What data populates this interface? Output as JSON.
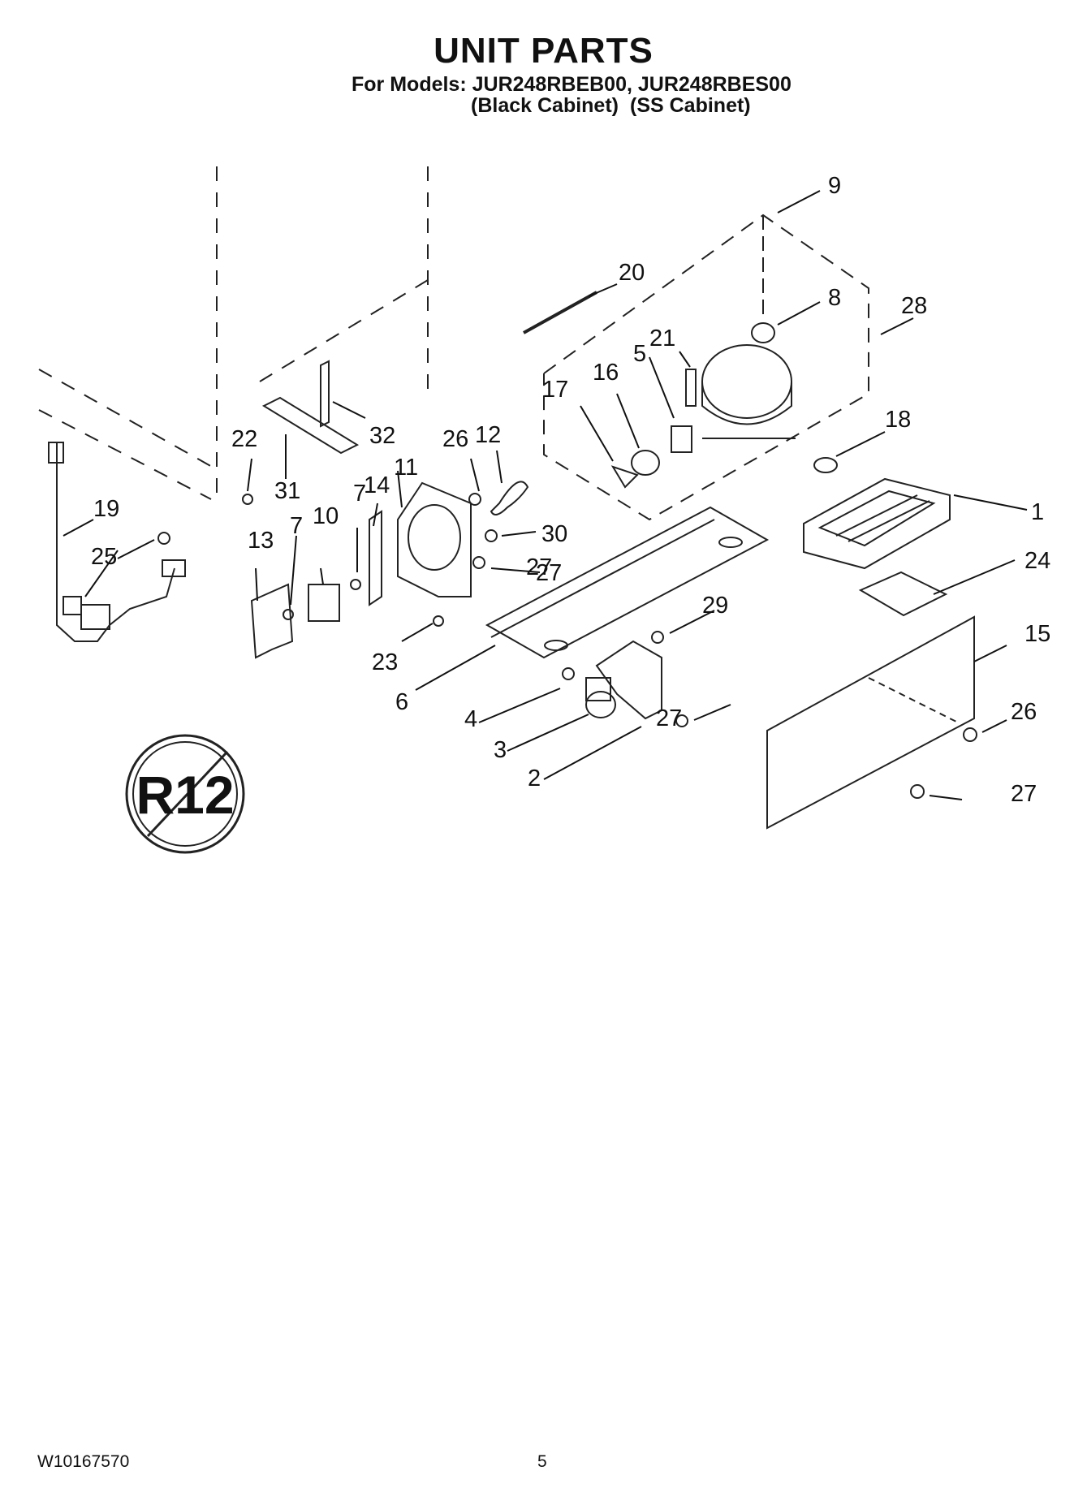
{
  "header": {
    "title": "UNIT PARTS",
    "models_line": "For Models: JUR248RBEB00, JUR248RBES00",
    "cabinet_black": "(Black Cabinet)",
    "cabinet_ss": "(SS Cabinet)"
  },
  "callouts": [
    "1",
    "2",
    "3",
    "4",
    "5",
    "6",
    "7",
    "7",
    "8",
    "9",
    "10",
    "11",
    "12",
    "13",
    "14",
    "15",
    "16",
    "17",
    "18",
    "19",
    "20",
    "21",
    "22",
    "23",
    "24",
    "25",
    "26",
    "26",
    "27",
    "27",
    "27",
    "27",
    "28",
    "29",
    "30",
    "31",
    "32"
  ],
  "symbol": {
    "text": "R12"
  },
  "footer": {
    "doc_number": "W10167570",
    "page": "5"
  }
}
